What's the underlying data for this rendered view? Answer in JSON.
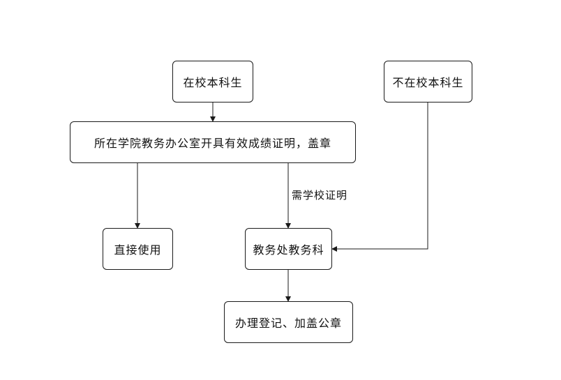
{
  "nodes": {
    "in_school": "在校本科生",
    "not_in_school": "不在校本科生",
    "college_office": "所在学院教务办公室开具有效成绩证明，盖章",
    "direct_use": "直接使用",
    "academic_section": "教务处教务科",
    "register_stamp": "办理登记、加盖公章"
  },
  "edges": {
    "need_school_cert": "需学校证明"
  },
  "colors": {
    "line": "#1a1a1a"
  }
}
